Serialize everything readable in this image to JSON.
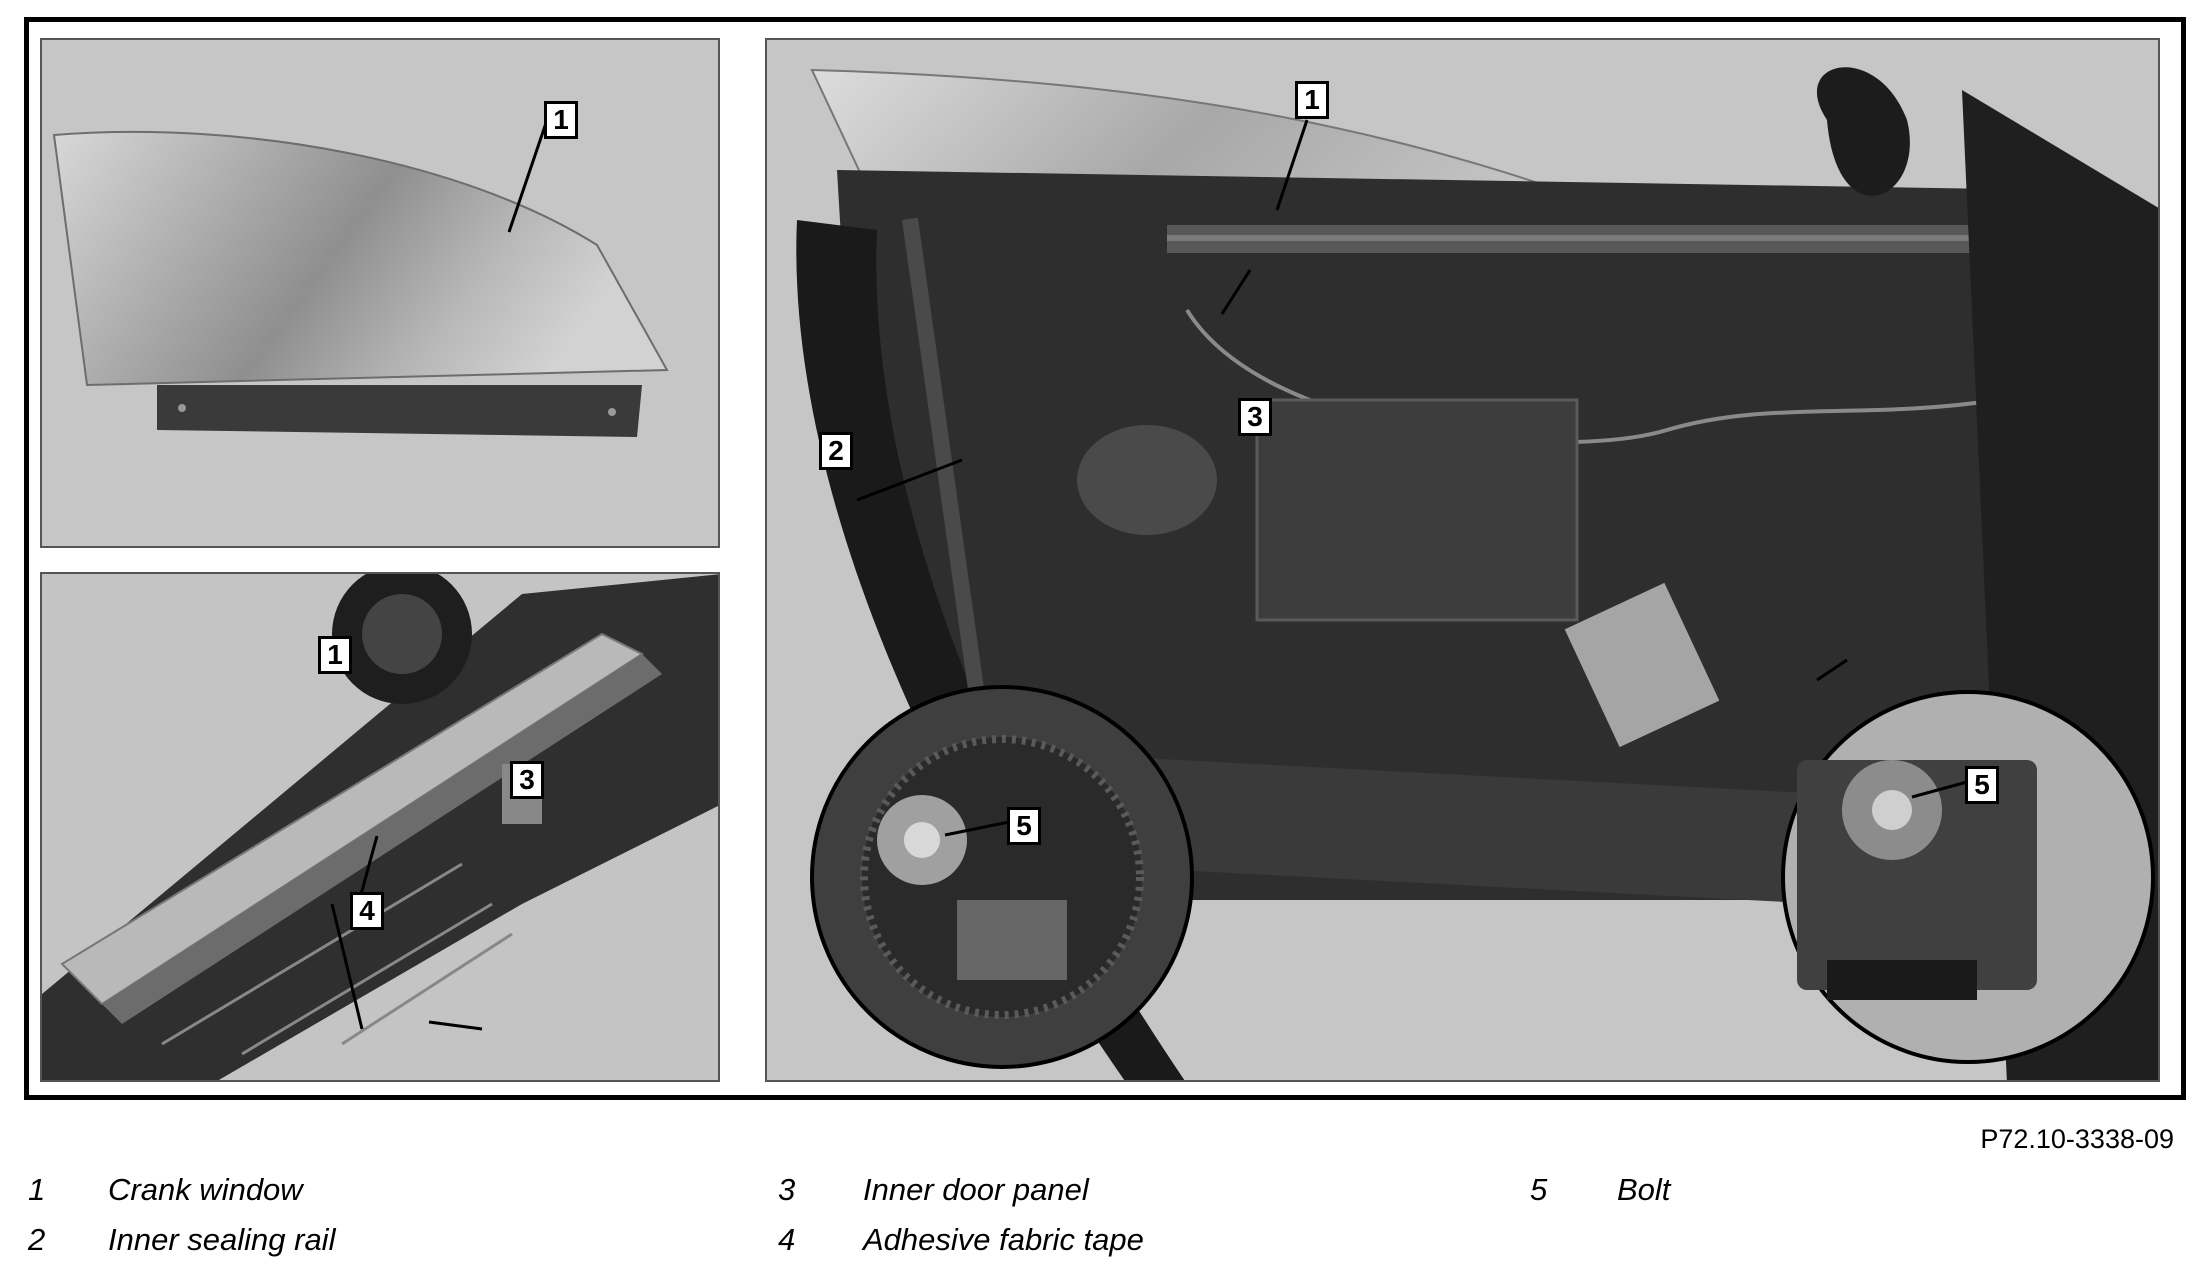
{
  "figure_id": "P72.10-3338-09",
  "callouts": {
    "panel_top_left": [
      "1"
    ],
    "panel_bottom_left": [
      "1",
      "3",
      "4"
    ],
    "panel_right": [
      "1",
      "3",
      "2",
      "5",
      "5"
    ]
  },
  "legend": [
    {
      "num": "1",
      "label": "Crank window"
    },
    {
      "num": "2",
      "label": "Inner sealing rail"
    },
    {
      "num": "3",
      "label": "Inner door panel"
    },
    {
      "num": "4",
      "label": "Adhesive fabric tape"
    },
    {
      "num": "5",
      "label": "Bolt"
    }
  ],
  "colors": {
    "panel_bg": "#c6c6c6",
    "frame": "#000000",
    "metal_dark": "#2e2e2e"
  }
}
